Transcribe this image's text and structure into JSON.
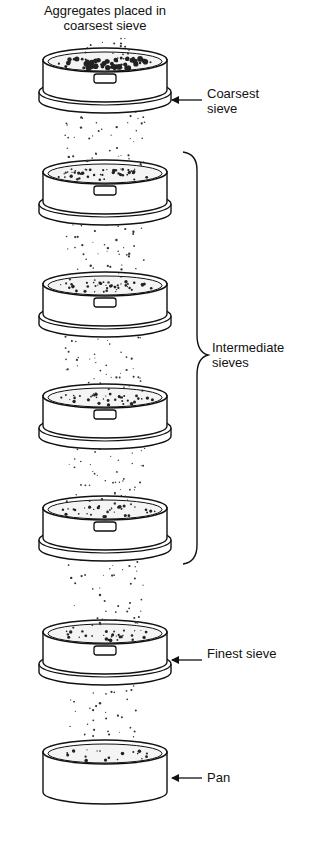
{
  "diagram": {
    "labels": [
      "Aggregates placed in coarsest sieve",
      "Coarsest sieve",
      "Intermediate sieves",
      "Finest sieve",
      "Pan"
    ]
  }
}
